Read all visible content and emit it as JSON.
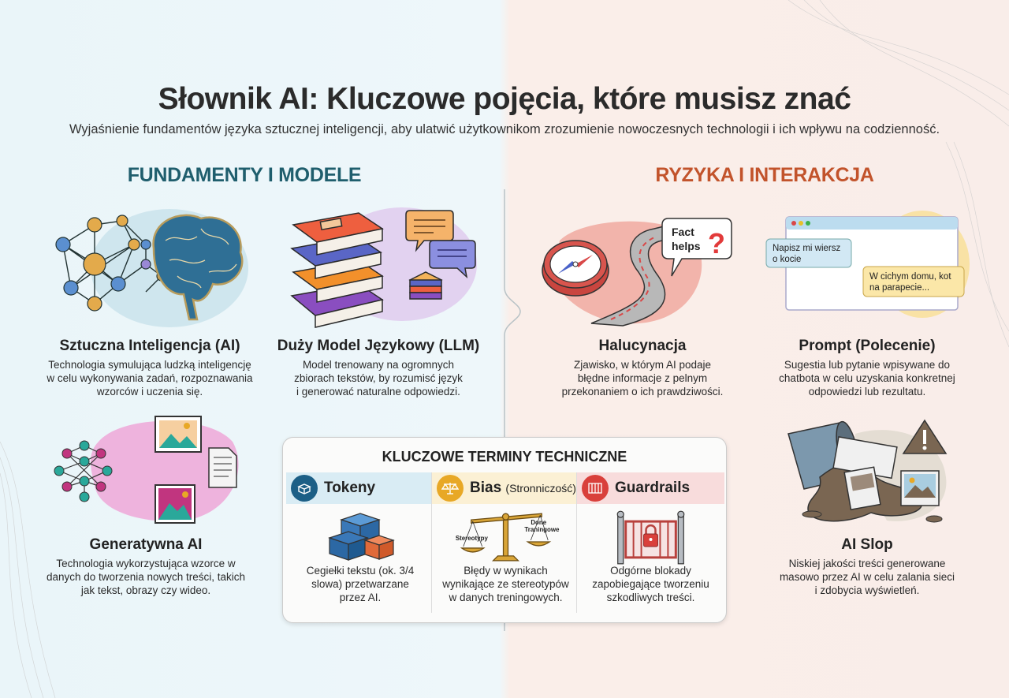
{
  "header": {
    "title": "Słownik AI: Kluczowe pojęcia, które musisz znać",
    "subtitle": "Wyjaśnienie fundamentów języka sztucznej inteligencji, aby ulatwić użytkownikom zrozumienie nowoczesnych technologii i ich wpływu na codzienność."
  },
  "sections": {
    "left": {
      "title": "FUNDAMENTY I MODELE",
      "color": "#1f5e6d"
    },
    "right": {
      "title": "RYZYKA I INTERAKCJA",
      "color": "#c2532b"
    }
  },
  "cards": {
    "ai": {
      "title": "Sztuczna Inteligencja (AI)",
      "lines": [
        "Technologia symulująca ludzką inteligencję",
        "w celu wykonywania zadań, rozpoznawania",
        "wzorców i uczenia się."
      ],
      "icon": "brain-network-icon"
    },
    "llm": {
      "title": "Duży Model Językowy (LLM)",
      "lines": [
        "Model trenowany na ogromnych",
        "zbiorach tekstów, by rozumisć język",
        "i generować naturalne odpowiedzi."
      ],
      "icon": "books-chat-icon"
    },
    "genai": {
      "title": "Generatywna AI",
      "lines": [
        "Technologia wykorzystująca wzorce w",
        "danych do tworzenia nowych treści, takich",
        "jak tekst, obrazy czy wideo."
      ],
      "icon": "network-media-icon"
    },
    "hallucination": {
      "title": "Halucynacja",
      "lines": [
        "Zjawisko, w którym AI podaje",
        "błędne informacje z pelnym",
        "przekonaniem o ich prawdziwości."
      ],
      "icon": "compass-road-icon",
      "bubble": [
        "Fact",
        "helps"
      ],
      "bubble_mark": "?"
    },
    "prompt": {
      "title": "Prompt (Polecenie)",
      "lines": [
        "Sugestia lub pytanie wpisywane do",
        "chatbota w celu uzyskania konkretnej",
        "odpowiedzi lub rezultatu."
      ],
      "icon": "chat-window-icon",
      "user_msg": [
        "Napisz mi wiersz",
        "o kocie"
      ],
      "bot_msg": [
        "W cichym domu, kot",
        "na parapecie..."
      ]
    },
    "slop": {
      "title": "AI Slop",
      "lines": [
        "Niskiej jakości treści generowane",
        "masowo przez AI w celu zalania sieci",
        "i zdobycia wyświetleń."
      ],
      "icon": "spilled-bucket-warning-icon"
    }
  },
  "terms": {
    "title": "KLUCZOWE TERMINY TECHNICZNE",
    "items": [
      {
        "label": "Tokeny",
        "sub": "",
        "lines": [
          "Cegiełki tekstu (ok. 3/4",
          "slowa) przetwarzane",
          "przez AI."
        ],
        "color": "#1c5f86",
        "head_bg": "#d9ecf4",
        "icon": "blocks-icon"
      },
      {
        "label": "Bias",
        "sub": "(Stronniczość)",
        "lines": [
          "Błędy w wynikach",
          "wynikające ze stereotypów",
          "w danych treningowych."
        ],
        "color": "#e8a826",
        "head_bg": "#fbf0d4",
        "icon": "scales-icon",
        "scale_left": "Stereotypy",
        "scale_right": [
          "Done",
          "Traningowe"
        ]
      },
      {
        "label": "Guardrails",
        "sub": "",
        "lines": [
          "Odgórne blokady",
          "zapobiegające tworzeniu",
          "szkodliwych treści."
        ],
        "color": "#d9403b",
        "head_bg": "#f8dcdc",
        "icon": "gate-lock-icon"
      }
    ]
  }
}
